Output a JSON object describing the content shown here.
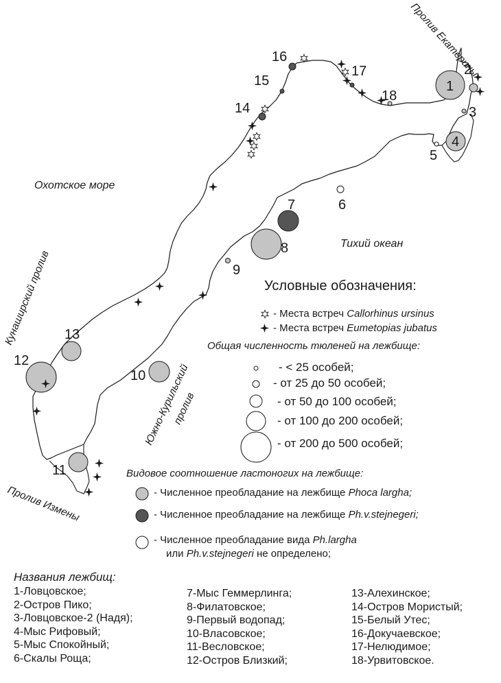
{
  "map": {
    "water_labels": {
      "okhotsk": "Охотское море",
      "pacific": "Тихий океан",
      "kunashir": "Кунаширский пролив",
      "yuzhno_line1": "Южно-Курильский",
      "yuzhno_line2": "пролив",
      "izmeny": "Пролив Измены",
      "ekateriny": "Пролив Екатерины"
    },
    "rookery_numbers": [
      "1",
      "2",
      "3",
      "4",
      "5",
      "6",
      "7",
      "8",
      "9",
      "10",
      "11",
      "12",
      "13",
      "14",
      "15",
      "16",
      "17",
      "18"
    ]
  },
  "legend": {
    "title": "Условные обозначения:",
    "callorhinus_prefix": "- Места встреч ",
    "callorhinus_name": "Callorhinus ursinus",
    "eumetopias_prefix": "- Места встреч ",
    "eumetopias_name": "Eumetopias jubatus",
    "abundance_header": "Общая численность тюленей на лежбище:",
    "sizes": [
      "- < 25 особей;",
      "- от 25 до 50 особей;",
      "- от 50 до 100 особей;",
      "- от 100 до 200 особей;",
      "- от 200 до 500  особей;"
    ],
    "ratio_header": "Видовое соотношение ластоногих на лежбище:",
    "largha_prefix": "- Численное преобладание на лежбище ",
    "largha_name": "Phoca largha;",
    "stejnegeri_prefix": "- Численное преобладание  на лежбище ",
    "stejnegeri_name": "Ph.v.stejnegeri;",
    "undetermined_prefix": "- Численное преобладание вида ",
    "undetermined_name1": "Ph.largha",
    "undetermined_or": "или ",
    "undetermined_name2": "Ph.v.stejnegeri",
    "undetermined_suffix": " не определено;",
    "colors": {
      "largha": "#c4c4c4",
      "stejnegeri": "#555555",
      "undetermined": "#ffffff"
    }
  },
  "names": {
    "header": "Названия лежбищ:",
    "col1": [
      "1-Ловцовское;",
      "2-Остров Пико;",
      "3-Ловцовское-2 (Надя);",
      "4-Мыс Рифовый;",
      "5-Мыс Спокойный;",
      "6-Скалы Роща;"
    ],
    "col2": [
      "7-Мыс Геммерлинга;",
      "8-Филатовское;",
      "9-Первый водопад;",
      "10-Власовское;",
      "11-Весловское;",
      "12-Остров Близкий;"
    ],
    "col3": [
      "13-Алехинское;",
      "14-Остров Мористый;",
      "15-Белый Утес;",
      "16-Докучаевское;",
      "17-Нелюдимое;",
      "18-Урвитовское."
    ]
  }
}
